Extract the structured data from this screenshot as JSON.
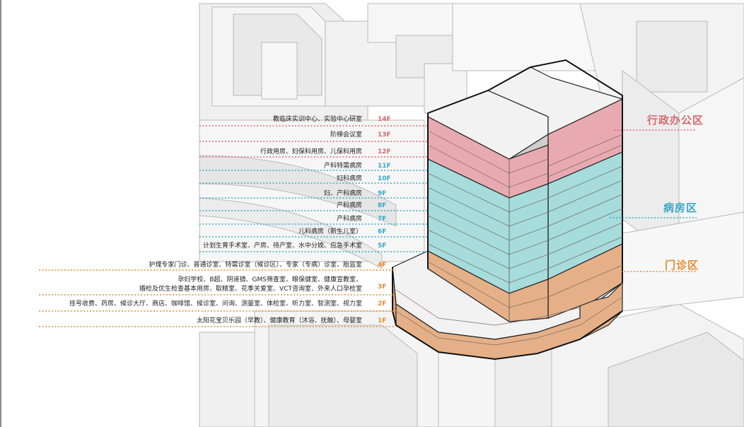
{
  "colors": {
    "office": "#d9676e",
    "ward": "#3aa6c6",
    "outpatient": "#e88a2e",
    "office_fill": "#e8aab0",
    "ward_fill": "#a6dcdc",
    "outpatient_fill": "#e5b088",
    "context_fill": "#efefef",
    "context_line": "#b9b9b9",
    "label_text": "#222222"
  },
  "floors": [
    {
      "level": "14F",
      "desc": "教临床实训中心、实验中心研室",
      "zone": "office"
    },
    {
      "level": "13F",
      "desc": "阶梯会议室",
      "zone": "office"
    },
    {
      "level": "12F",
      "desc": "行政用房、妇保科用房、儿保科用房",
      "zone": "office"
    },
    {
      "level": "11F",
      "desc": "产科特需病房",
      "zone": "ward"
    },
    {
      "level": "10F",
      "desc": "妇科病房",
      "zone": "ward"
    },
    {
      "level": "9F",
      "desc": "妇、产科病房",
      "zone": "ward"
    },
    {
      "level": "8F",
      "desc": "产科病房",
      "zone": "ward"
    },
    {
      "level": "7F",
      "desc": "产科病房",
      "zone": "ward"
    },
    {
      "level": "6F",
      "desc": "儿科病房（新生儿室）",
      "zone": "ward"
    },
    {
      "level": "5F",
      "desc": "计划生育手术室、产房、待产室、水中分娩、应急手术室",
      "zone": "ward"
    },
    {
      "level": "4F",
      "desc": "护理专家门诊、普通诊室、特需诊室（候诊区）、专家（专病）诊室、胎监室",
      "zone": "outpatient"
    },
    {
      "level": "3F",
      "desc": "孕妇学校、B超、阴道镜、GMS筛查室、眼保健室、健康宣教室、",
      "desc2": "婚检及优生检查基本用房、取精室、花季关爱室、VCT咨询室、外来人口孕检室",
      "zone": "outpatient"
    },
    {
      "level": "2F",
      "desc": "挂号收费、药房、候诊大厅、商店、咖啡馆、候诊室、问询、测量室、体检室、听力室、智测室、视力室",
      "zone": "outpatient"
    },
    {
      "level": "1F",
      "desc": "太阳花宝贝乐园（早教）、健康教育（沐浴、抚触）、母婴室",
      "zone": "outpatient"
    }
  ],
  "zones": {
    "office": "行政办公区",
    "ward": "病房区",
    "outpatient": "门诊区"
  }
}
